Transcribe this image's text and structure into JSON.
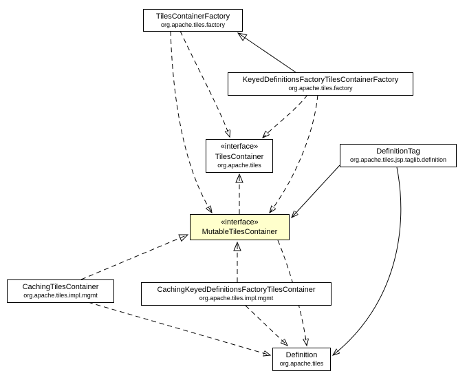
{
  "diagram": {
    "type": "uml-class-diagram",
    "colors": {
      "node_background": "#ffffff",
      "highlighted_node_background": "#ffffcc",
      "border": "#000000",
      "text": "#000000"
    },
    "nodes": {
      "tilesContainerFactory": {
        "title": "TilesContainerFactory",
        "package": "org.apache.tiles.factory"
      },
      "keyedDefinitionsFactoryTilesContainerFactory": {
        "title": "KeyedDefinitionsFactoryTilesContainerFactory",
        "package": "org.apache.tiles.factory"
      },
      "tilesContainer": {
        "stereotype": "«interface»",
        "title": "TilesContainer",
        "package": "org.apache.tiles"
      },
      "definitionTag": {
        "title": "DefinitionTag",
        "package": "org.apache.tiles.jsp.taglib.definition"
      },
      "mutableTilesContainer": {
        "stereotype": "«interface»",
        "title": "MutableTilesContainer"
      },
      "cachingTilesContainer": {
        "title": "CachingTilesContainer",
        "package": "org.apache.tiles.impl.mgmt"
      },
      "cachingKeyedDefinitionsFactoryTilesContainer": {
        "title": "CachingKeyedDefinitionsFactoryTilesContainer",
        "package": "org.apache.tiles.impl.mgmt"
      },
      "definition": {
        "title": "Definition",
        "package": "org.apache.tiles"
      }
    },
    "edges": [
      {
        "from": "KeyedDefinitionsFactoryTilesContainerFactory",
        "to": "TilesContainerFactory",
        "relation": "extends",
        "line": "solid",
        "head": "hollow-triangle"
      },
      {
        "from": "TilesContainerFactory",
        "to": "TilesContainer",
        "relation": "dependency",
        "line": "dashed",
        "head": "filled-arrow"
      },
      {
        "from": "TilesContainerFactory",
        "to": "MutableTilesContainer",
        "relation": "dependency",
        "line": "dashed",
        "head": "filled-arrow"
      },
      {
        "from": "KeyedDefinitionsFactoryTilesContainerFactory",
        "to": "TilesContainer",
        "relation": "dependency",
        "line": "dashed",
        "head": "filled-arrow"
      },
      {
        "from": "KeyedDefinitionsFactoryTilesContainerFactory",
        "to": "MutableTilesContainer",
        "relation": "dependency",
        "line": "dashed",
        "head": "filled-arrow"
      },
      {
        "from": "MutableTilesContainer",
        "to": "TilesContainer",
        "relation": "extends",
        "line": "dashed",
        "head": "hollow-triangle"
      },
      {
        "from": "DefinitionTag",
        "to": "MutableTilesContainer",
        "relation": "association",
        "line": "solid",
        "head": "filled-arrow"
      },
      {
        "from": "DefinitionTag",
        "to": "Definition",
        "relation": "association",
        "line": "solid",
        "head": "filled-arrow"
      },
      {
        "from": "CachingTilesContainer",
        "to": "MutableTilesContainer",
        "relation": "implements",
        "line": "dashed",
        "head": "hollow-triangle"
      },
      {
        "from": "CachingKeyedDefinitionsFactoryTilesContainer",
        "to": "MutableTilesContainer",
        "relation": "implements",
        "line": "dashed",
        "head": "hollow-triangle"
      },
      {
        "from": "CachingTilesContainer",
        "to": "Definition",
        "relation": "dependency",
        "line": "dashed",
        "head": "filled-arrow"
      },
      {
        "from": "CachingKeyedDefinitionsFactoryTilesContainer",
        "to": "Definition",
        "relation": "dependency",
        "line": "dashed",
        "head": "filled-arrow"
      },
      {
        "from": "MutableTilesContainer",
        "to": "Definition",
        "relation": "dependency",
        "line": "dashed",
        "head": "filled-arrow"
      }
    ]
  }
}
